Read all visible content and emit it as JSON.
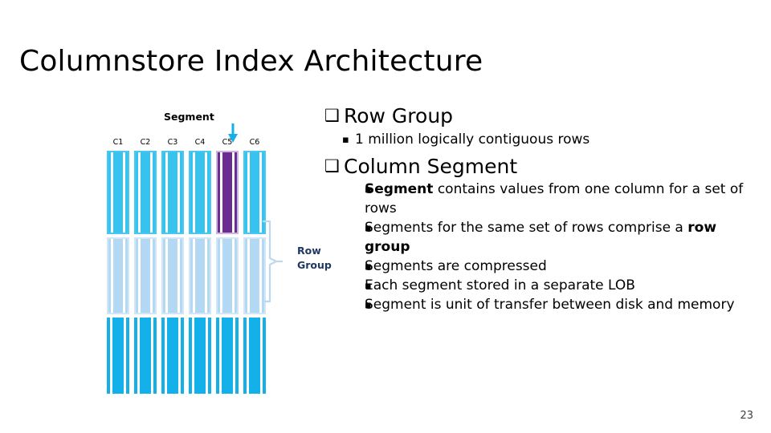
{
  "slide": {
    "title": "Columnstore Index Architecture",
    "page_number": "23"
  },
  "diagram": {
    "segment_label": "Segment",
    "segment_arrow_icon": "down-arrow-icon",
    "row_group_caption_line1": "Row",
    "row_group_caption_line2": "Group",
    "column_labels": [
      "C1",
      "C2",
      "C3",
      "C4",
      "C5",
      "C6"
    ],
    "highlighted_column": "C5",
    "rows": [
      {
        "name": "row-group-top",
        "style": "solid"
      },
      {
        "name": "row-group-middle",
        "style": "faded"
      },
      {
        "name": "row-group-bottom",
        "style": "plain"
      }
    ],
    "colors": {
      "segment_blue": "#13b0ea",
      "segment_blue_light_frame": "#46c8f0",
      "segment_faded": "#b3d8f4",
      "segment_purple": "#6a2c92",
      "segment_purple_frame": "#cdb4dd",
      "brace": "#bdd7ee",
      "caption_text": "#1f3864",
      "arrow": "#13b0ea"
    }
  },
  "content": {
    "groups": [
      {
        "marker": "❑",
        "heading": "Row Group",
        "bullets": [
          {
            "marker": "▪",
            "parts": [
              {
                "text": "1 million logically contiguous rows",
                "bold": false
              }
            ]
          }
        ]
      },
      {
        "marker": "❑",
        "heading": "Column Segment",
        "bullets": [
          {
            "marker": "▪",
            "parts": [
              {
                "text": "Segment",
                "bold": true
              },
              {
                "text": " contains values from one column for a set of rows",
                "bold": false
              }
            ]
          },
          {
            "marker": "▪",
            "parts": [
              {
                "text": "Segments for the same set of rows comprise a ",
                "bold": false
              },
              {
                "text": "row group",
                "bold": true
              }
            ]
          },
          {
            "marker": "▪",
            "parts": [
              {
                "text": "Segments are compressed",
                "bold": false
              }
            ]
          },
          {
            "marker": "▪",
            "parts": [
              {
                "text": "Each segment stored in a separate LOB",
                "bold": false
              }
            ]
          },
          {
            "marker": "▪",
            "parts": [
              {
                "text": "Segment is unit of transfer between disk and memory",
                "bold": false
              }
            ]
          }
        ]
      }
    ]
  }
}
